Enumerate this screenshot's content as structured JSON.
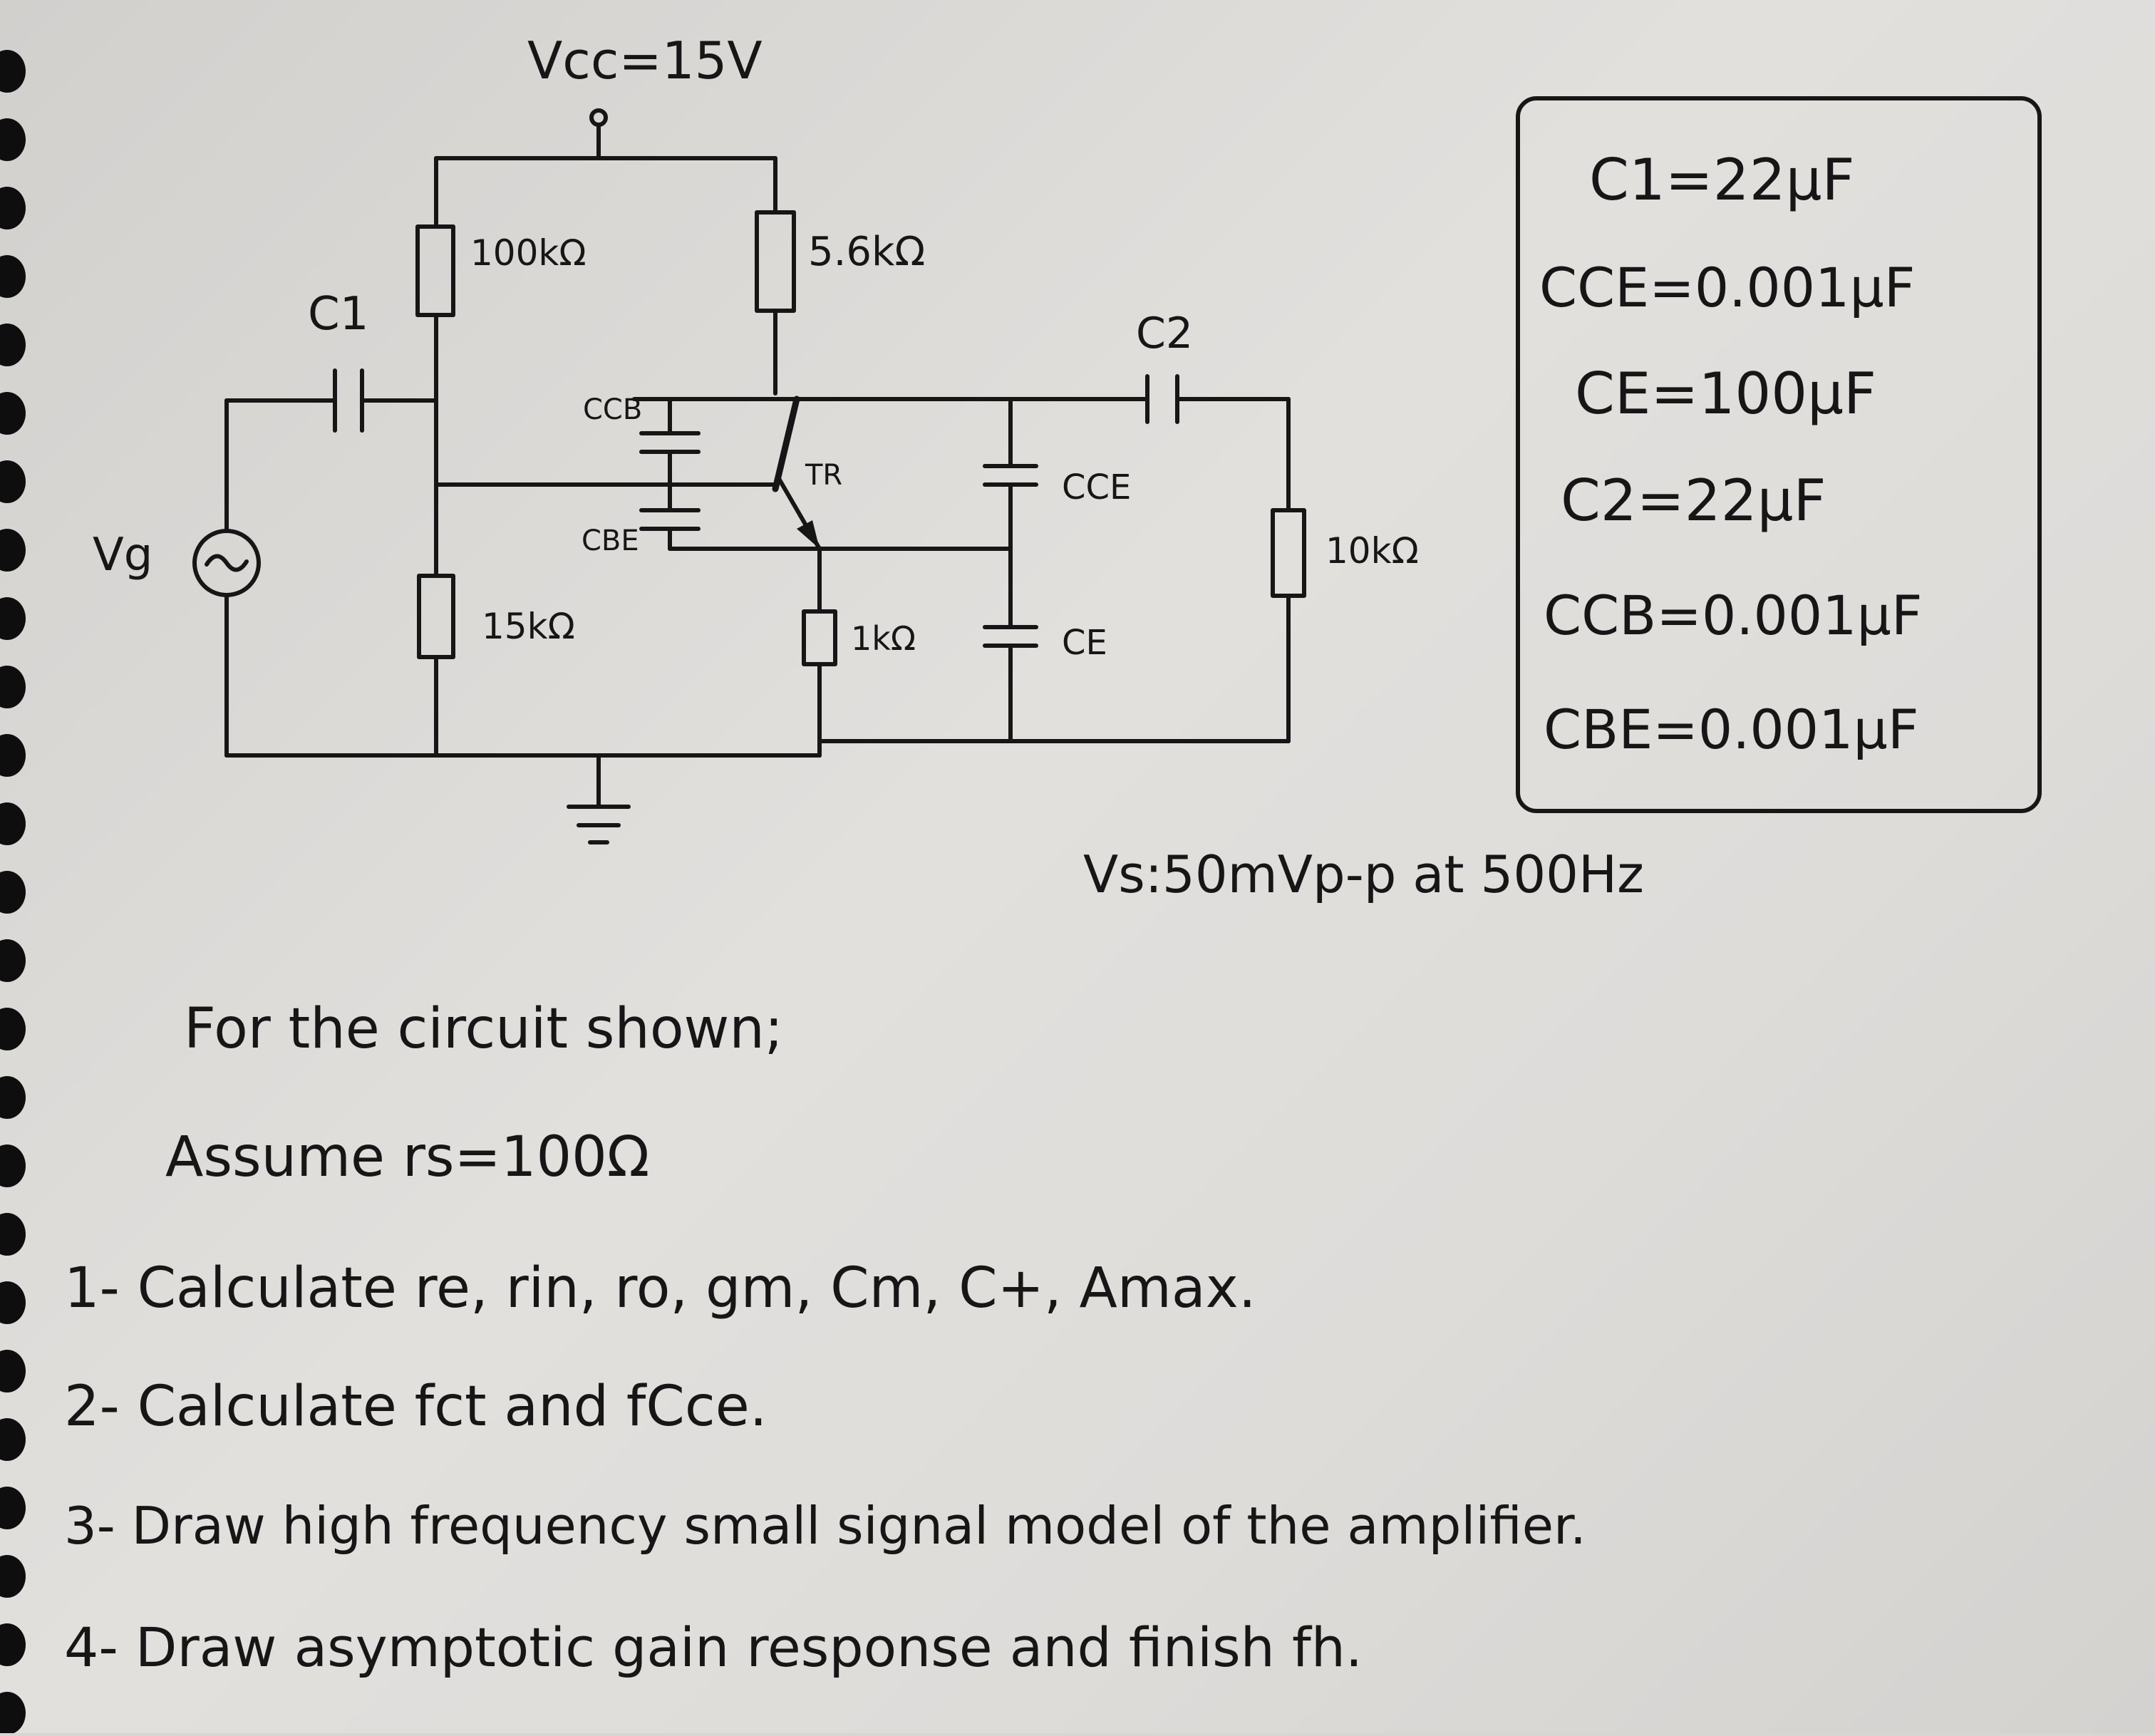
{
  "supply": {
    "label": "Vcc=15V"
  },
  "components": {
    "c1": "C1",
    "r_bias_top": "100kΩ",
    "r_collector": "5.6kΩ",
    "r_bias_bottom": "15kΩ",
    "c_cb": "CCB",
    "c_be": "CBE",
    "transistor": "TR",
    "r_emitter": "1kΩ",
    "c_ce_par": "CCE",
    "c_e": "CE",
    "c2": "C2",
    "r_load": "10kΩ",
    "source": "Vg"
  },
  "values_box": [
    "C1=22μF",
    "CCE=0.001μF",
    "CE=100μF",
    "C2=22μF",
    "CCB=0.001μF",
    "CBE=0.001μF"
  ],
  "source_spec": "Vs:50mVp-p at 500Hz",
  "problem": {
    "intro": "For the circuit shown;",
    "assume": "Assume rs=100Ω",
    "questions": [
      "1- Calculate re, rin, ro, gm, Cm, C+, Amax.",
      "2- Calculate fct and fCce.",
      "3- Draw high frequency small signal model of the amplifier.",
      "4- Draw asymptotic gain response and finish fh."
    ]
  }
}
